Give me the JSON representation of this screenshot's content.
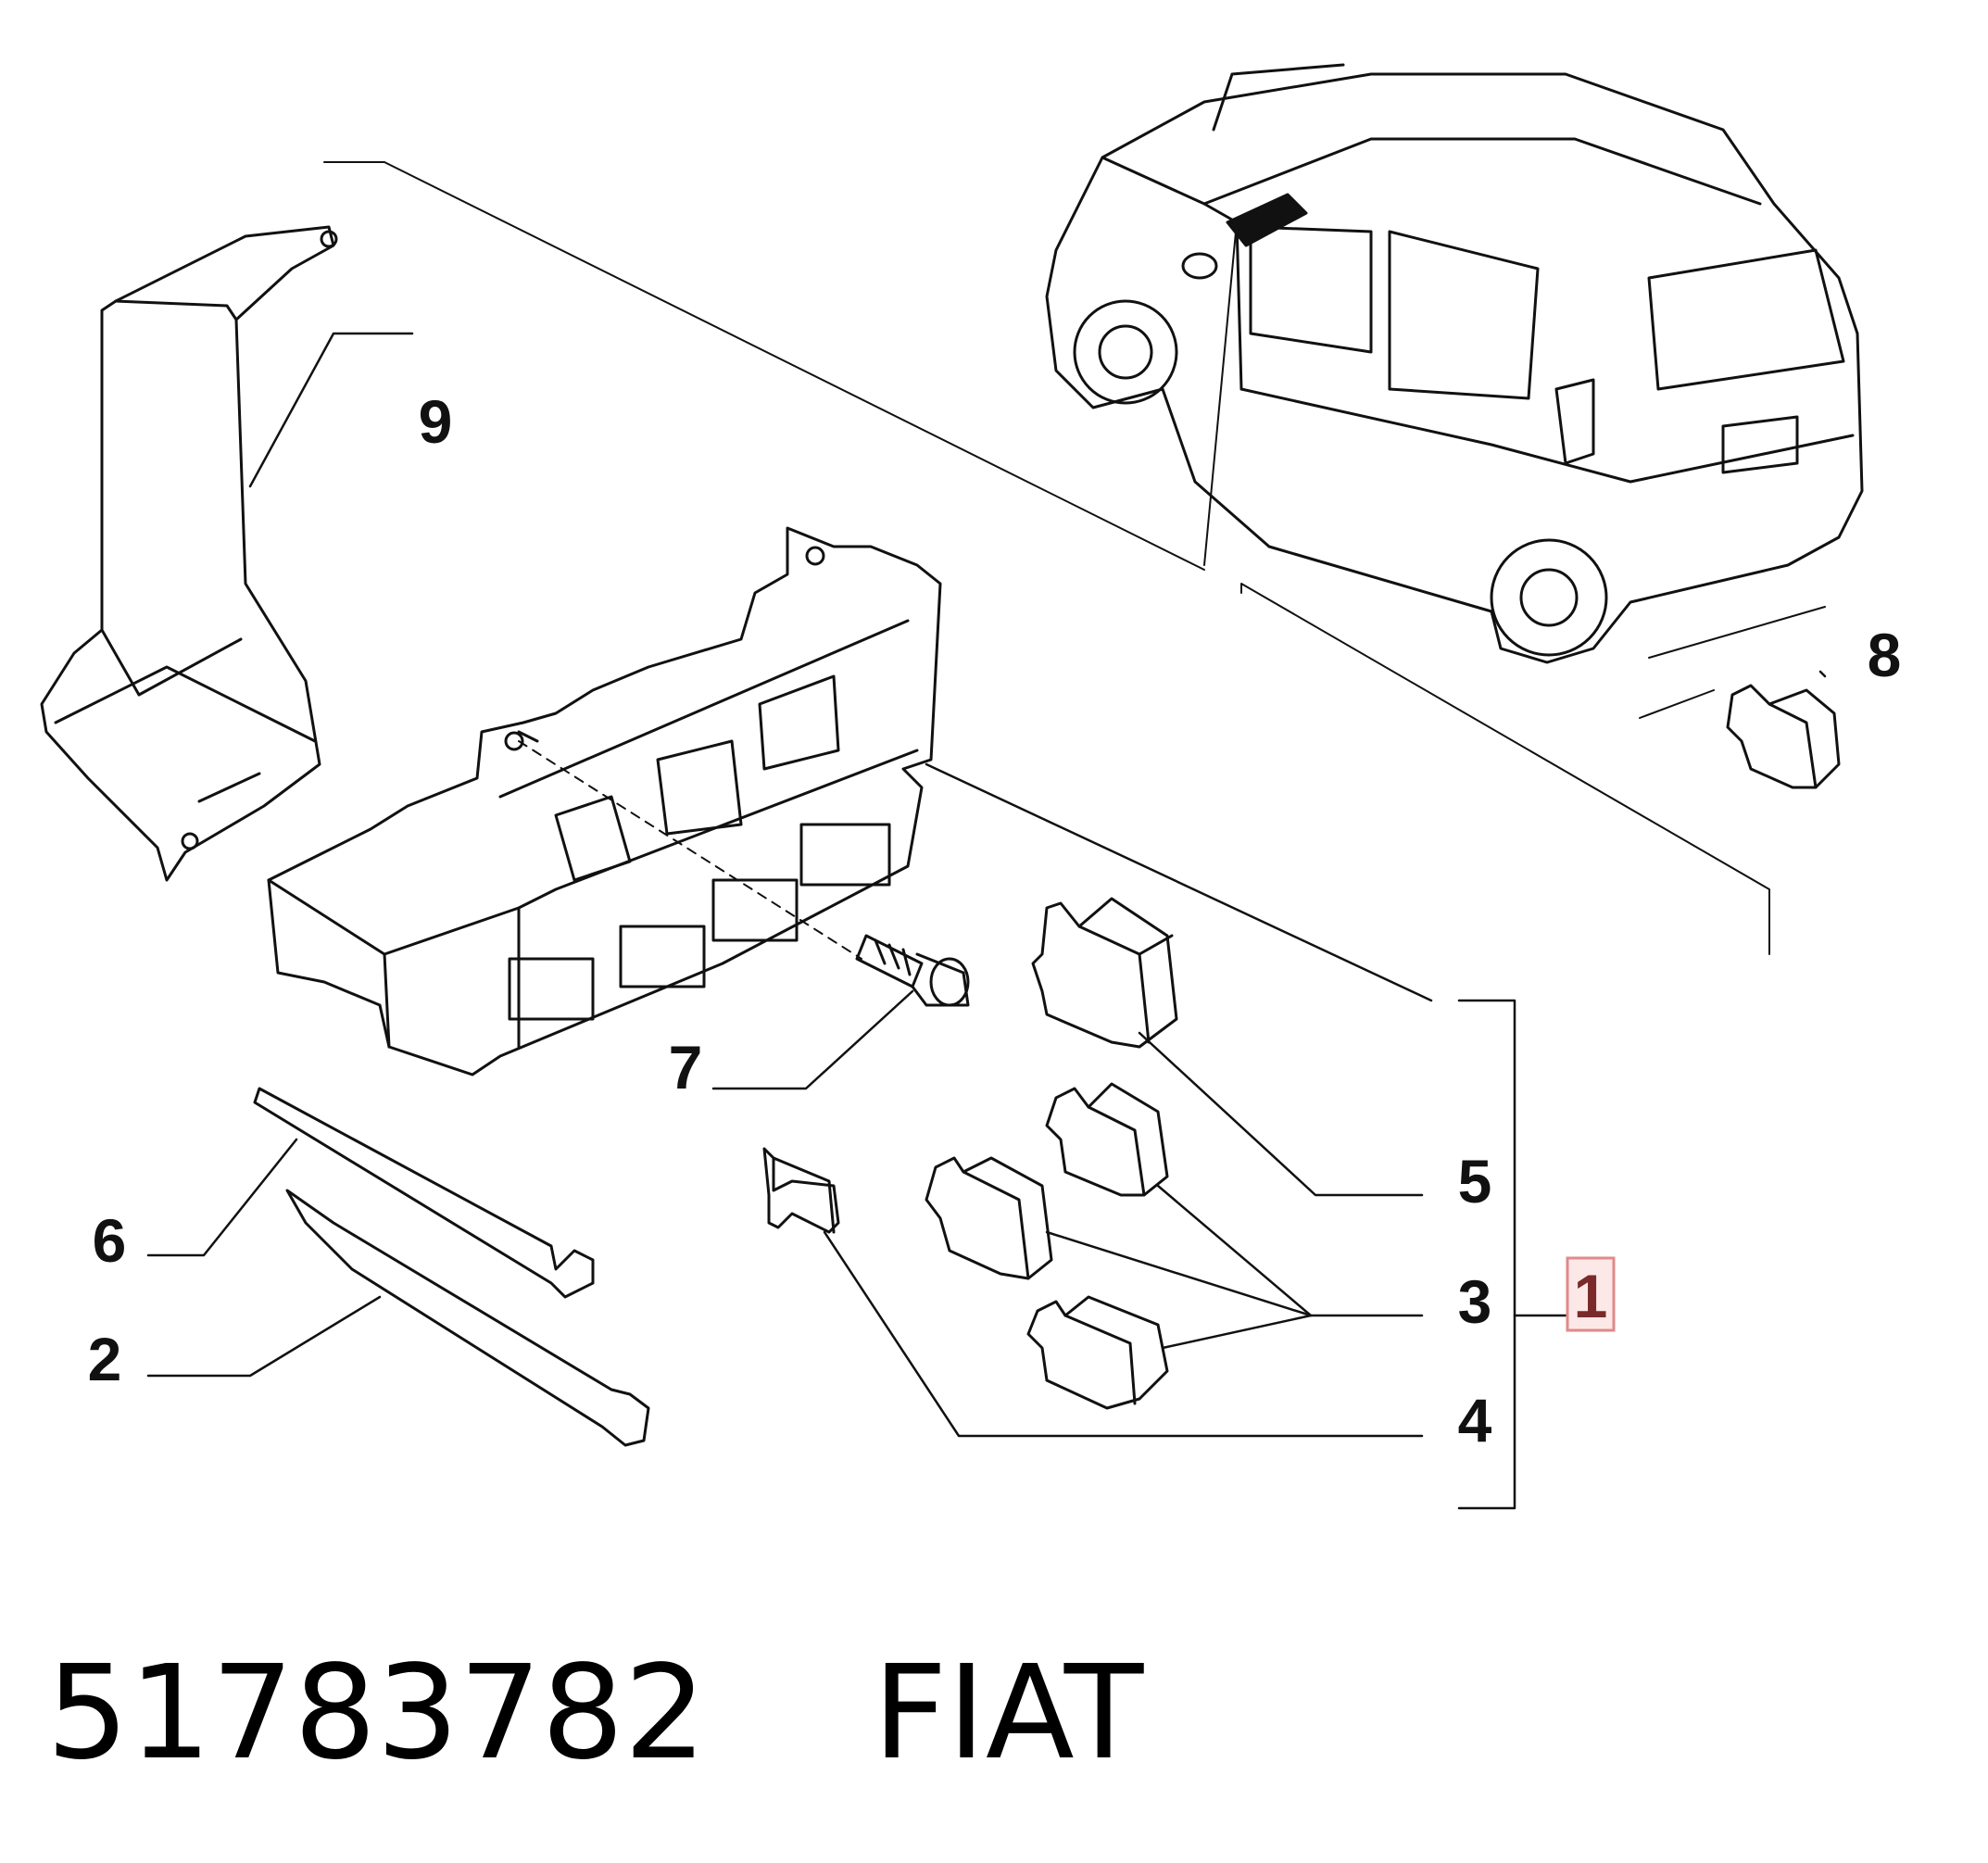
{
  "callouts": {
    "c1": "1",
    "c2": "2",
    "c3": "3",
    "c4": "4",
    "c5": "5",
    "c6": "6",
    "c7": "7",
    "c8": "8",
    "c9": "9"
  },
  "highlight": {
    "callout": "1",
    "border_color": "#e08a8a",
    "fill_color": "#fde8e8"
  },
  "caption": {
    "part_number": "51783782",
    "brand": "FIAT"
  }
}
